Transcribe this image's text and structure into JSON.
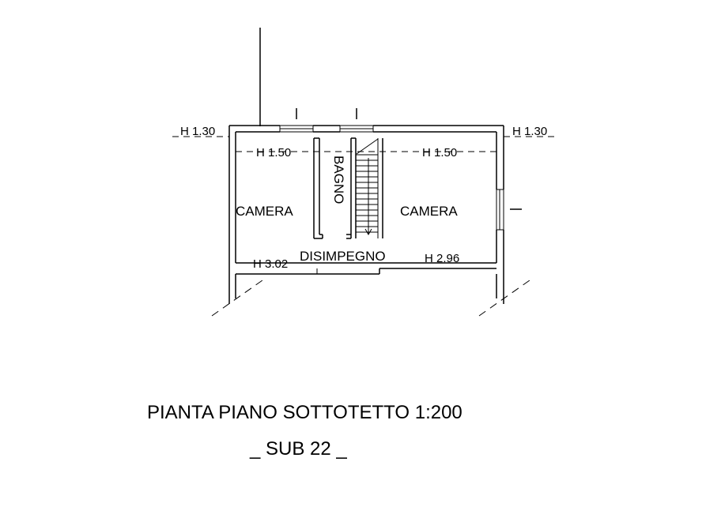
{
  "labels": {
    "h_top_left": "H 1.30",
    "h_top_right": "H 1.30",
    "h_left_inner": "H 1.50",
    "h_right_inner": "H 1.50",
    "room_left": "CAMERA",
    "room_right": "CAMERA",
    "room_bath": "BAGNO",
    "room_hall": "DISIMPEGNO",
    "h_bottom_left": "H 3.02",
    "h_bottom_right": "H 2.96"
  },
  "title": "PIANTA PIANO SOTTOTETTO  1:200",
  "subtitle": "_ SUB 22 _"
}
